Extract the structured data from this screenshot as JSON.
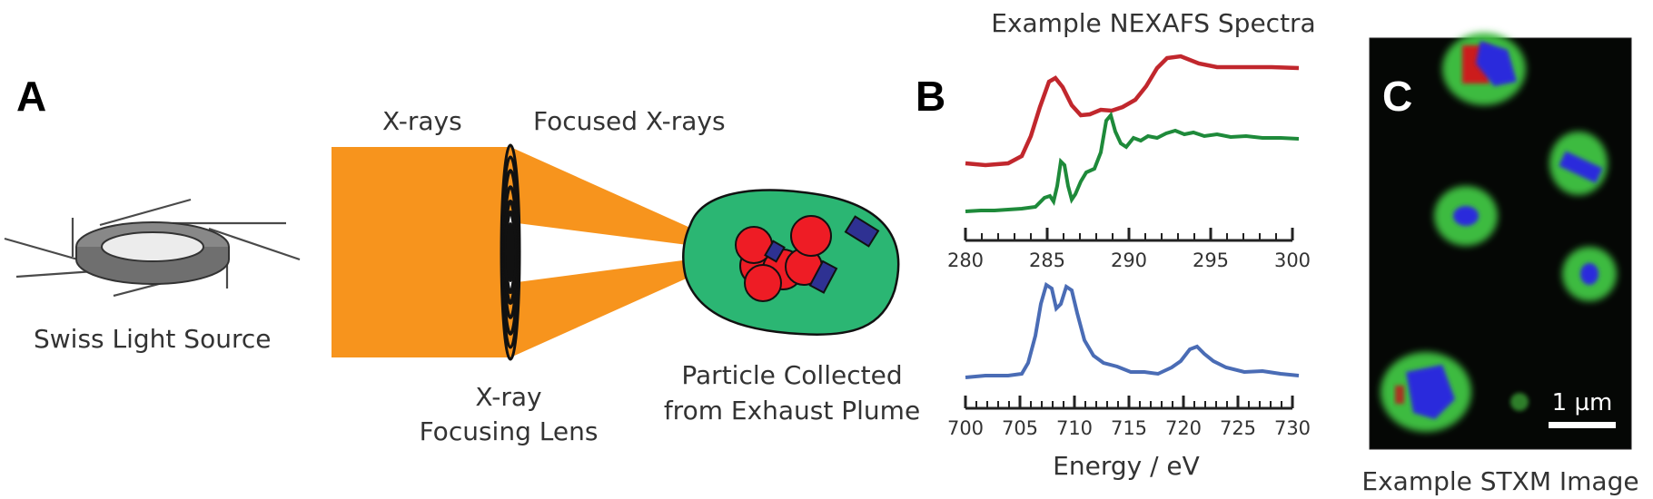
{
  "panel_a": {
    "letter": "A",
    "source_label": "Swiss Light Source",
    "xrays_label": "X-rays",
    "focused_label": "Focused X-rays",
    "lens_label_line1": "X-ray",
    "lens_label_line2": "Focusing Lens",
    "particle_label_line1": "Particle Collected",
    "particle_label_line2": "from Exhaust Plume"
  },
  "panel_b": {
    "letter": "B",
    "title": "Example NEXAFS Spectra",
    "top_axis_ticks": [
      "280",
      "285",
      "290",
      "295",
      "300"
    ],
    "bottom_axis_ticks": [
      "700",
      "705",
      "710",
      "715",
      "720",
      "725",
      "730"
    ],
    "xlabel": "Energy / eV"
  },
  "panel_c": {
    "letter": "C",
    "scalebar_label": "1 µm",
    "caption": "Example STXM Image"
  },
  "colors": {
    "beam": "#f7941d",
    "particle_fill": "#2bb673",
    "red_particle": "#ee1c25",
    "blue_particle": "#2e3192",
    "red_spectrum": "#c1272d",
    "green_spectrum": "#1e8a3a",
    "blue_spectrum": "#4a6cb5"
  }
}
